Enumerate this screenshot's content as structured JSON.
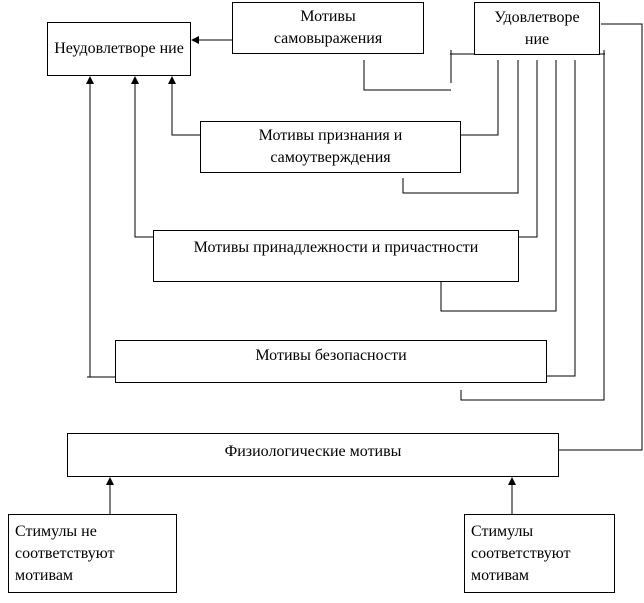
{
  "boxes": {
    "dissatisfaction": "Неудовлетворе ние",
    "self_expression": "Мотивы самовыражения",
    "satisfaction": "Удовлетворе ние",
    "recognition": "Мотивы признания и самоутверждения",
    "belonging": "Мотивы принадлежности и причастности",
    "safety": "Мотивы безопасности",
    "physiological": "Физиологические мотивы",
    "stimuli_mismatch": "Стимулы не соответствуют мотивам",
    "stimuli_match": "Стимулы соответствуют мотивам"
  }
}
